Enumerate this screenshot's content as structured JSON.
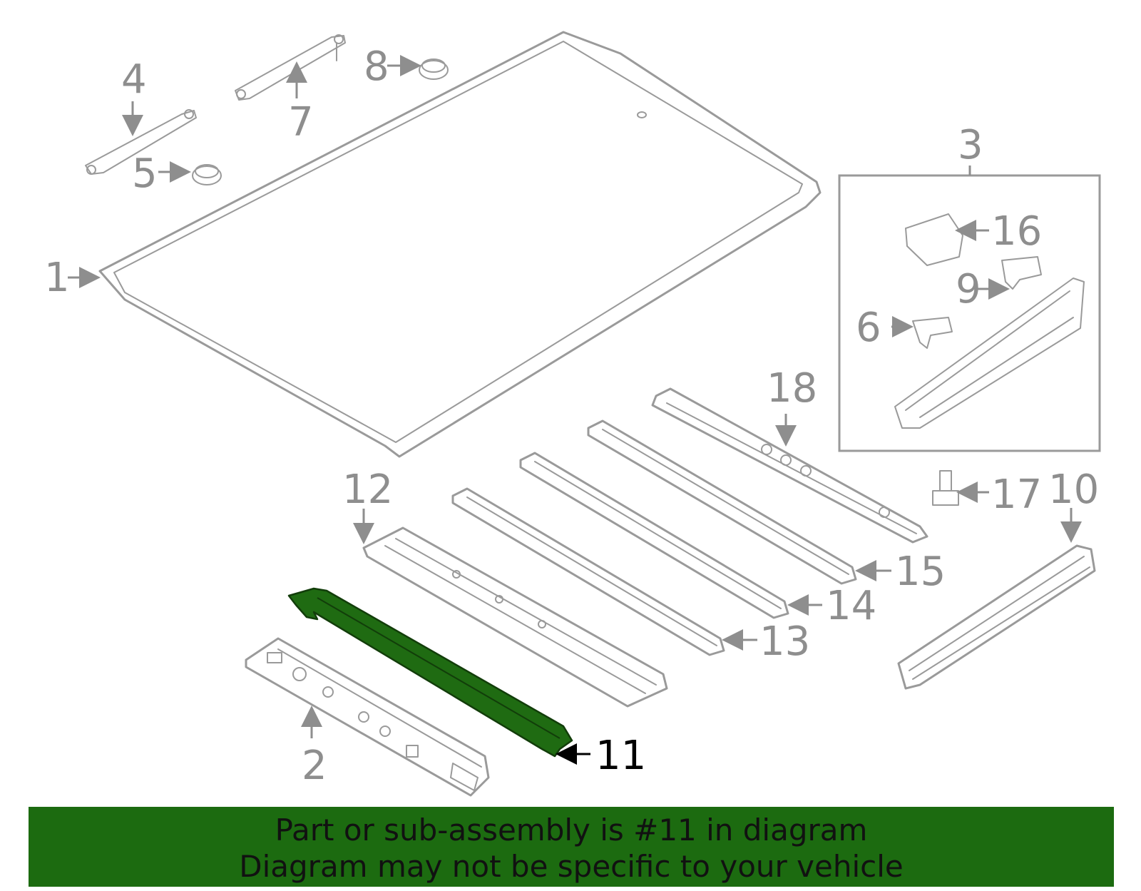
{
  "callouts": {
    "c1": "1",
    "c2": "2",
    "c3": "3",
    "c4": "4",
    "c5": "5",
    "c6": "6",
    "c7": "7",
    "c8": "8",
    "c9": "9",
    "c10": "10",
    "c11": "11",
    "c12": "12",
    "c13": "13",
    "c14": "14",
    "c15": "15",
    "c16": "16",
    "c17": "17",
    "c18": "18"
  },
  "highlighted_part": "11",
  "banner": {
    "line1": "Part or sub-assembly is #11 in diagram",
    "line2": "Diagram may not be specific to your vehicle"
  },
  "colors": {
    "banner_bg": "#1c6b10",
    "highlight_fill": "#1f6b12",
    "part_stroke": "#9a9a9a"
  }
}
